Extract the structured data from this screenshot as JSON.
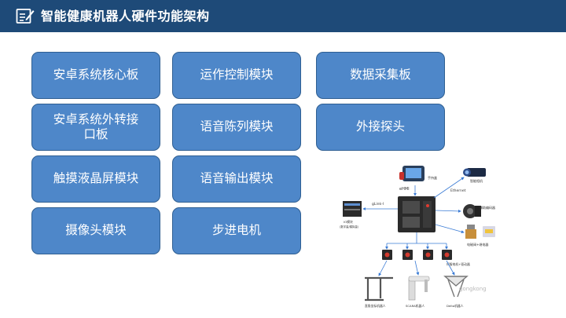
{
  "header": {
    "title": "智能健康机器人硬件功能架构",
    "icon": "edit-document-icon",
    "background": "#1e4a78"
  },
  "modules": {
    "android_core": "安卓系统核心板",
    "motion_control": "运作控制模块",
    "data_acquisition": "数据采集板",
    "android_adapter_line1": "安卓系统外转接",
    "android_adapter_line2": "口板",
    "voice_array": "语音陈列模块",
    "external_probe": "外接探头",
    "touch_lcd": "触摸液晶屏模块",
    "voice_output": "语音输出模块",
    "camera": "摄像头模块",
    "stepper_motor": "步进电机"
  },
  "diagram": {
    "ehmi": "eHMI",
    "handheld": "手持盒",
    "ethernet": "Ethernet",
    "vision": "智能相机",
    "glink": "gLink-I",
    "io_module": "IO模块",
    "io_sub": "(数字量/模拟量)",
    "encoder": "辅助编码器",
    "valve": "电磁阀+继电器",
    "servo": "伺服电机+驱动器",
    "gantry": "直角坐标机器人",
    "scara": "SCARA机器人",
    "delta": "Delta机器人",
    "watermark": "gongkong"
  },
  "colors": {
    "module_fill": "#4e87c9",
    "module_border": "#2f5f92"
  }
}
